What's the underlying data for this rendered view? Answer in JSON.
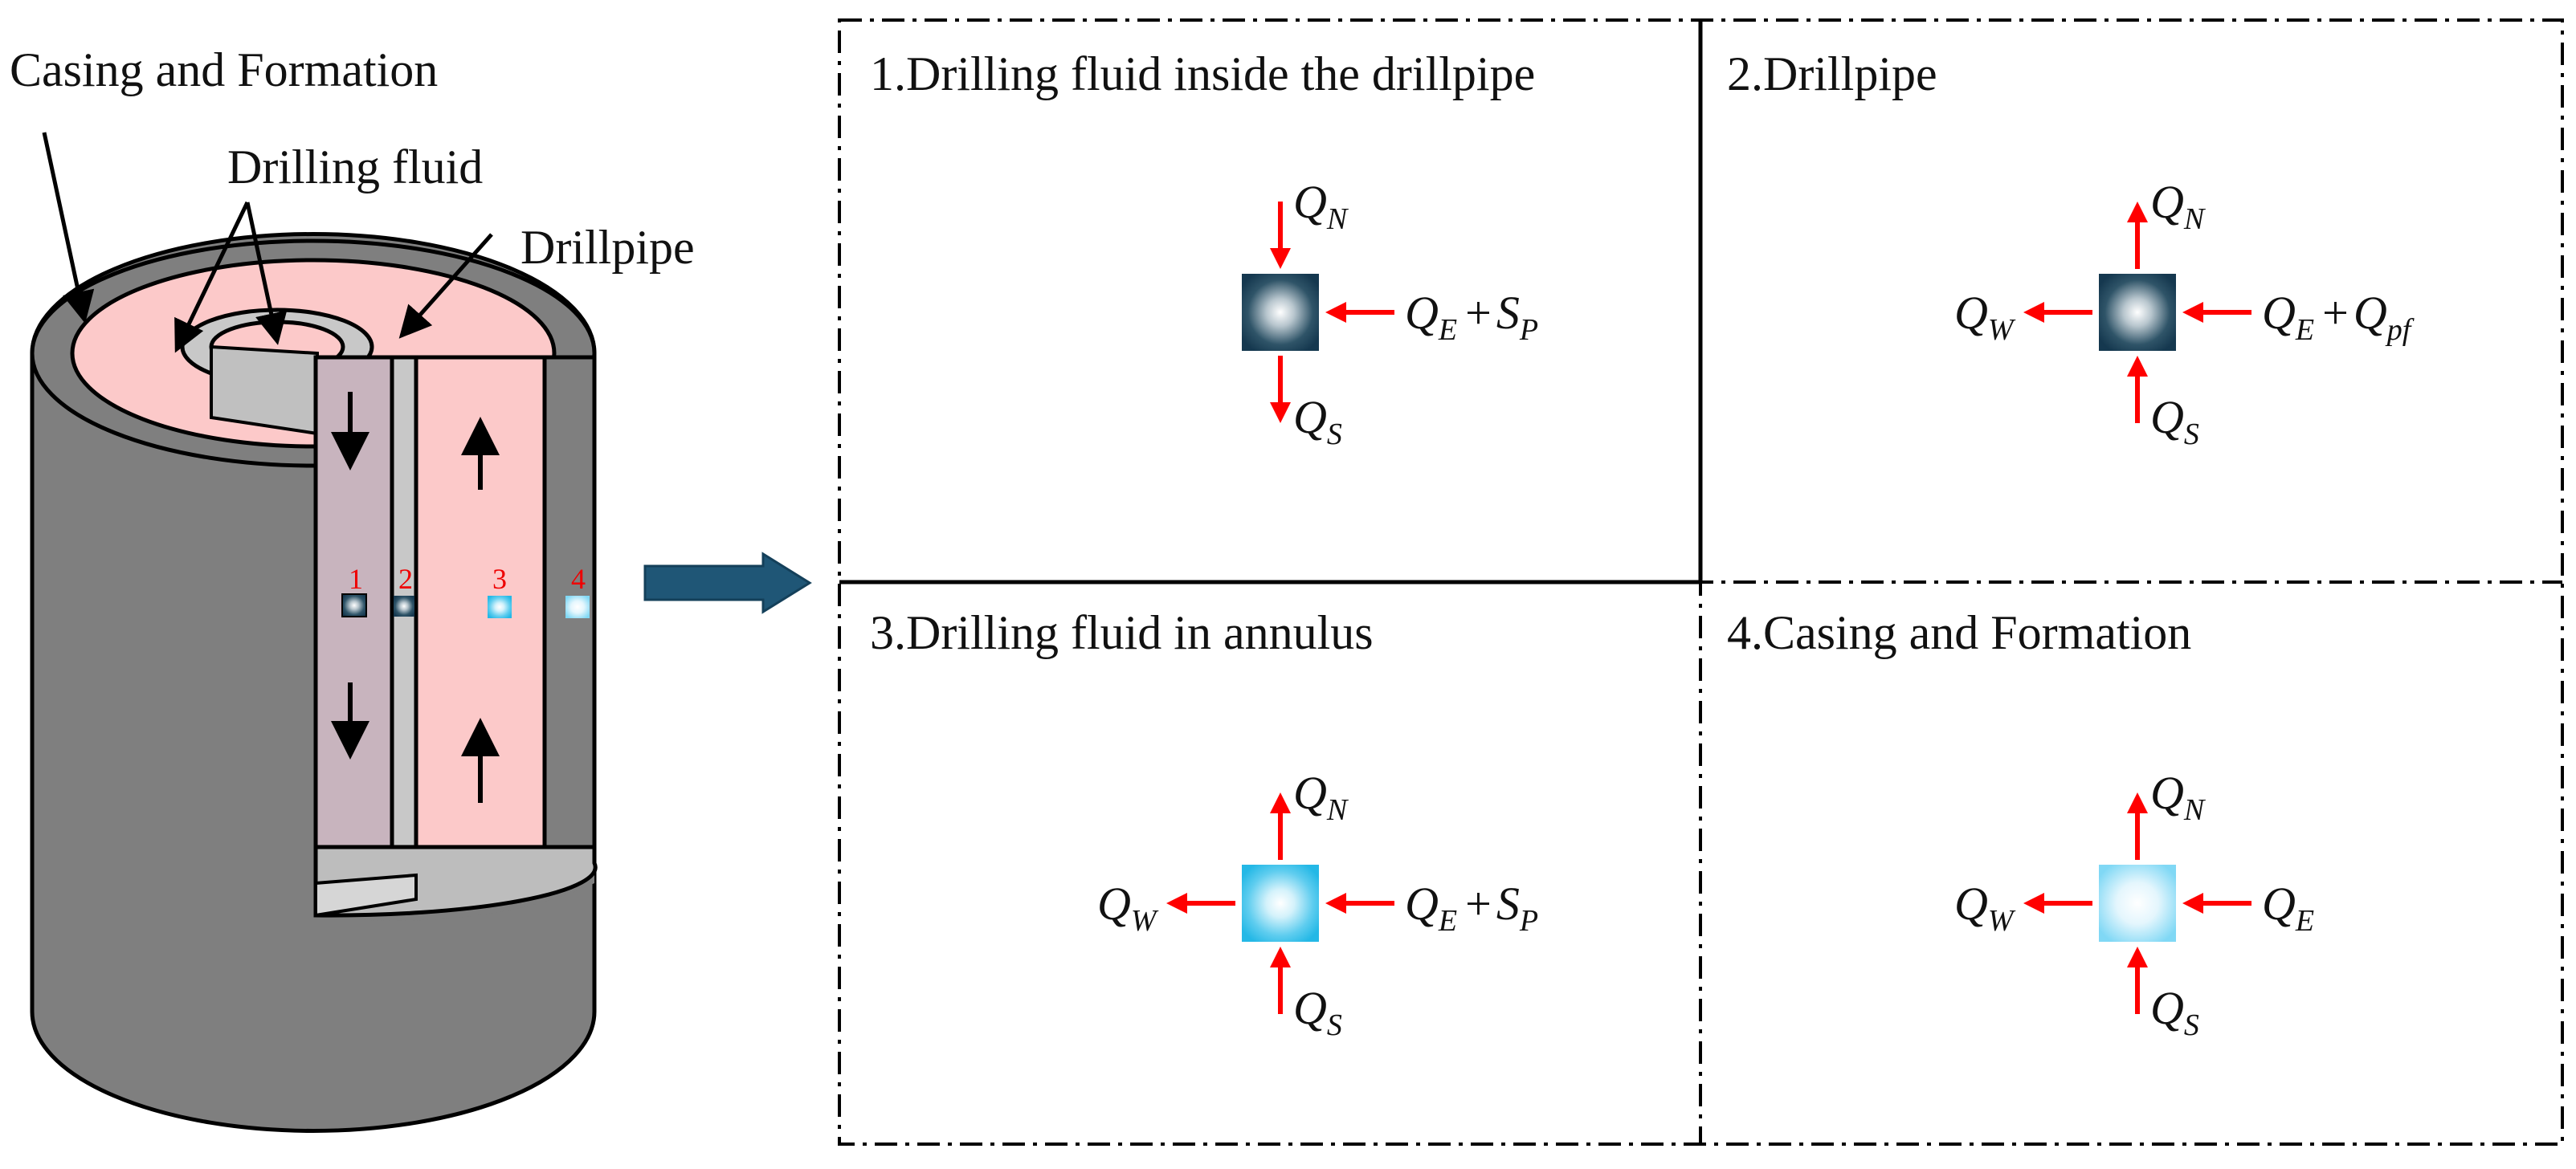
{
  "left_labels": {
    "casing": "Casing and Formation",
    "fluid": "Drilling fluid",
    "pipe": "Drillpipe"
  },
  "node_numbers": [
    "1",
    "2",
    "3",
    "4"
  ],
  "panels": [
    {
      "title": "1.Drilling fluid inside the drillpipe",
      "n": "Q",
      "n_sub": "N",
      "s": "Q",
      "s_sub": "S",
      "e": "Q",
      "e_sub": "E",
      "e_op": "+",
      "e2": "S",
      "e2_sub": "P",
      "w": "",
      "w_sub": ""
    },
    {
      "title": "2.Drillpipe",
      "n": "Q",
      "n_sub": "N",
      "s": "Q",
      "s_sub": "S",
      "e": "Q",
      "e_sub": "E",
      "e_op": "+",
      "e2": "Q",
      "e2_sub": "pf",
      "w": "Q",
      "w_sub": "W"
    },
    {
      "title": "3.Drilling fluid in annulus",
      "n": "Q",
      "n_sub": "N",
      "s": "Q",
      "s_sub": "S",
      "e": "Q",
      "e_sub": "E",
      "e_op": "+",
      "e2": "S",
      "e2_sub": "P",
      "w": "Q",
      "w_sub": "W"
    },
    {
      "title": "4.Casing and Formation",
      "n": "Q",
      "n_sub": "N",
      "s": "Q",
      "s_sub": "S",
      "e": "Q",
      "e_sub": "E",
      "e_op": "",
      "e2": "",
      "e2_sub": "",
      "w": "Q",
      "w_sub": "W"
    }
  ],
  "colors": {
    "casing": "#808080",
    "fluid": "#fcc9c9",
    "pipe": "#c8c8c8",
    "dark_cell": "#15384f",
    "light_cell": "#24b8e6",
    "flux_arrow": "#ff0000",
    "big_arrow": "#1f5676",
    "node_label": "#ee0000"
  }
}
